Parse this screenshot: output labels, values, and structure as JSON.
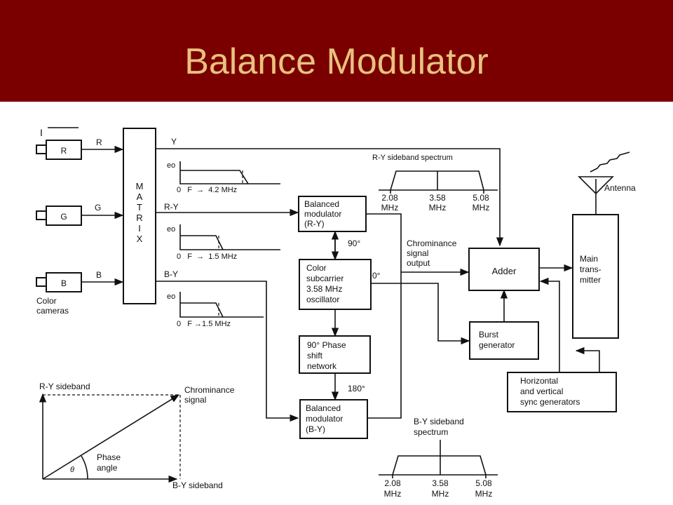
{
  "slide": {
    "title": "Balance Modulator"
  },
  "cameras": {
    "r": "R",
    "g": "G",
    "b": "B",
    "caption_line1": "Color",
    "caption_line2": "cameras",
    "mark": "I"
  },
  "signals": {
    "r": "R",
    "g": "G",
    "b": "B",
    "y": "Y",
    "ry": "R-Y",
    "by": "B-Y"
  },
  "matrix": {
    "letters": [
      "M",
      "A",
      "T",
      "R",
      "I",
      "X"
    ]
  },
  "spectra": {
    "y": {
      "eo": "eo",
      "axis": "0   F  →  4.2 MHz"
    },
    "ry": {
      "eo": "eo",
      "axis": "0   F  →  1.5 MHz"
    },
    "by": {
      "eo": "eo",
      "axis": "0   F →1.5 MHz"
    }
  },
  "blocks": {
    "bm_ry": [
      "Balanced",
      "modulator",
      "(R-Y)"
    ],
    "osc": [
      "Color",
      "subcarrier",
      "3.58 MHz",
      "oscillator"
    ],
    "shift": [
      "90° Phase",
      "shift",
      "network"
    ],
    "bm_by": [
      "Balanced",
      "modulator",
      "(B-Y)"
    ],
    "adder": "Adder",
    "burst": [
      "Burst",
      "generator"
    ],
    "sync": [
      "Horizontal",
      "and vertical",
      "sync generators"
    ],
    "transmitter": [
      "Main",
      "trans-",
      "mitter"
    ]
  },
  "labels": {
    "deg90": "90°",
    "deg0": "0°",
    "deg180": "180°",
    "chroma_out": [
      "Chrominance",
      "signal",
      "output"
    ],
    "antenna": "Antenna"
  },
  "sideband_ry": {
    "title": "R-Y sideband spectrum",
    "ticks": [
      "2.08",
      "3.58",
      "5.08"
    ],
    "units": [
      "MHz",
      "MHz",
      "MHz"
    ]
  },
  "sideband_by": {
    "title": [
      "B-Y sideband",
      "spectrum"
    ],
    "ticks": [
      "2.08",
      "3.58",
      "5.08"
    ],
    "units": [
      "MHz",
      "MHz",
      "MHz"
    ]
  },
  "phasor": {
    "ry_axis": "R-Y sideband",
    "by_axis": "B-Y sideband",
    "resultant": [
      "Chrominance",
      "signal"
    ],
    "angle": [
      "Phase",
      "angle"
    ],
    "theta": "θ"
  }
}
